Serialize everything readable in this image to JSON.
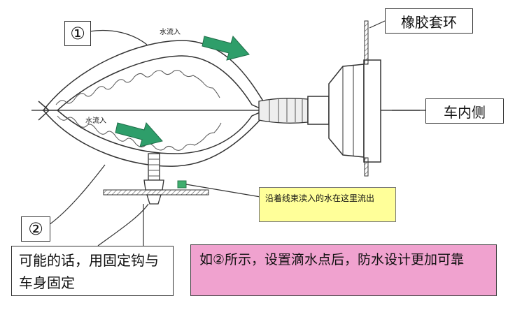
{
  "labels": {
    "circle_one": "①",
    "circle_two": "②",
    "rubber_ring": "橡胶套环",
    "vehicle_inner": "车内侧",
    "water_in_top": "水流入",
    "water_in_bottom": "水流入",
    "callout": "沿着线束渎入的水在这里流出",
    "hook_note": "可能的话，用固定钩与车身固定",
    "main_note": "如②所示，设置滴水点后，防水设计更加可靠"
  },
  "colors": {
    "arrow": "#2e9e6a",
    "callout_bg": "#ffff99",
    "note_bg": "#f0a2cf",
    "drip_marker": "#3fae6e"
  }
}
